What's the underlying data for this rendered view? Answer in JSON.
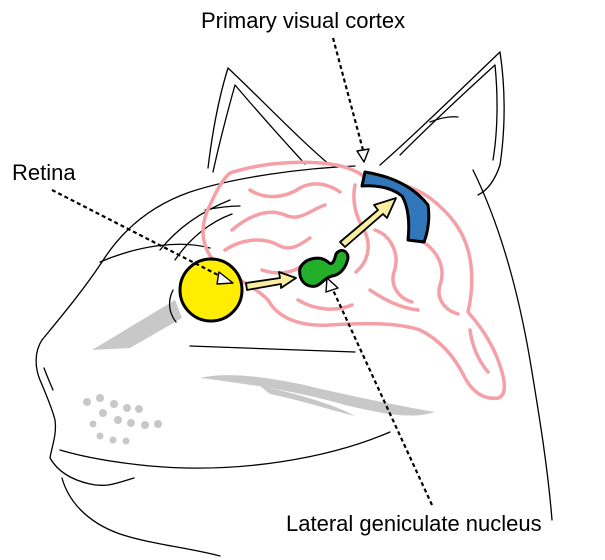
{
  "labels": {
    "primary_visual_cortex": "Primary visual cortex",
    "retina": "Retina",
    "lateral_geniculate_nucleus": "Lateral geniculate nucleus"
  },
  "colors": {
    "outline": "#000000",
    "brain_outline": "#f4a0a6",
    "retina_fill": "#ffee00",
    "lgn_fill": "#22b02a",
    "visual_cortex_fill": "#3377bb",
    "arrow_fill": "#f9eea0",
    "shading": "#c8c8c8"
  },
  "icons": {
    "retina": "yellow-circle",
    "lgn": "green-squiggle",
    "visual_cortex": "blue-arc",
    "pathway_arrows": "block-arrow"
  }
}
